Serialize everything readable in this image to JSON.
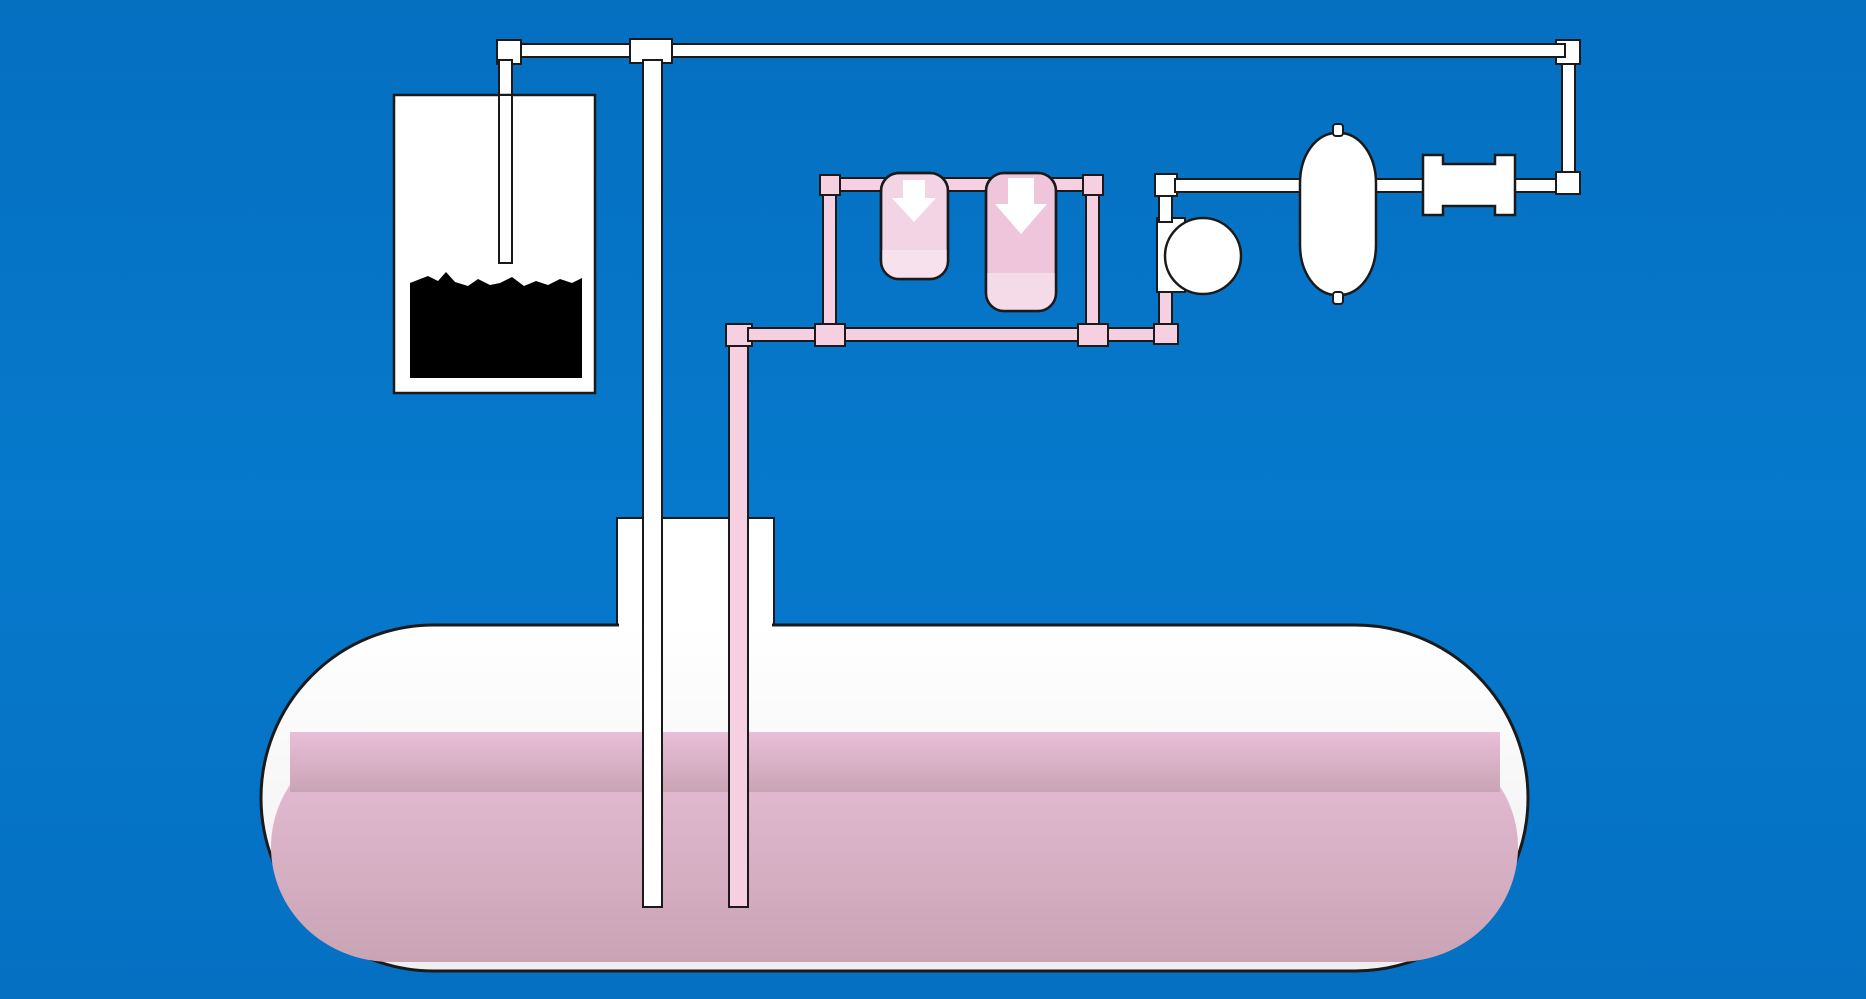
{
  "diagram": {
    "colors": {
      "background": "#0577c9",
      "pipe_clean": "#ffffff",
      "pipe_treated": "#f6cfe0",
      "liquid": "#e3bad3",
      "outline": "#1a1a1a",
      "sludge": "#000000"
    },
    "tank_fill_level": 0.7,
    "filter_fill_levels": [
      0.28,
      0.28
    ],
    "components": [
      "underground-storage-tank",
      "sludge-collection-tank",
      "filter-housing",
      "pump",
      "pressure-vessel",
      "valve"
    ]
  }
}
